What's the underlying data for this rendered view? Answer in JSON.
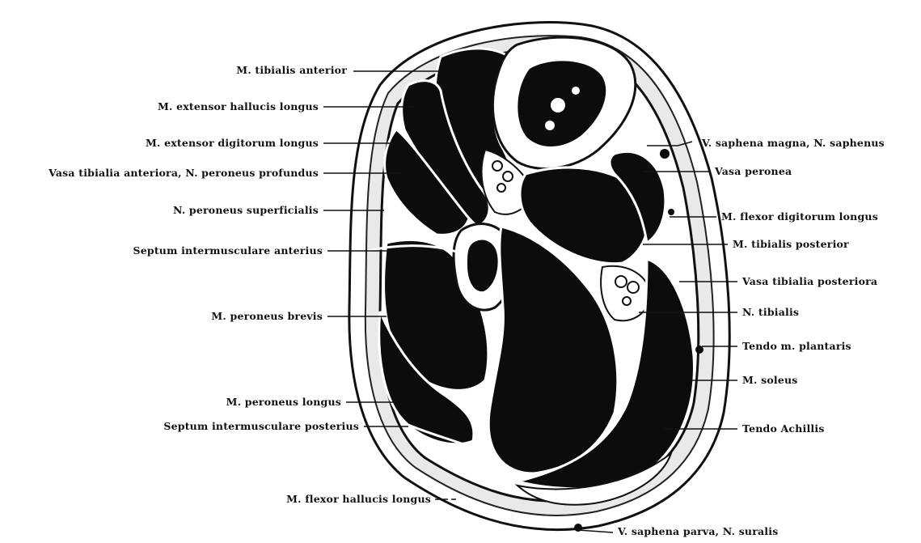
{
  "figure": {
    "labels_left": [
      "M. tibialis anterior",
      "M. extensor hallucis longus",
      "M. extensor digitorum longus",
      "Vasa tibialia anteriora, N. peroneus profundus",
      "N. peroneus superficialis",
      "Septum intermusculare anterius",
      "M. peroneus brevis",
      "M. peroneus longus",
      "Septum intermusculare posterius",
      "M. flexor hallucis longus"
    ],
    "labels_right": [
      "V. saphena magna, N. saphenus",
      "Vasa peronea",
      "M. flexor digitorum longus",
      "M. tibialis posterior",
      "Vasa tibialia posteriora",
      "N. tibialis",
      "Tendo m. plantaris",
      "M. soleus",
      "Tendo Achillis",
      "V. saphena parva, N. suralis"
    ],
    "colors": {
      "muscle": "#0c0c0c",
      "bone": "#ffffff",
      "line": "#111111",
      "background": "#ffffff"
    }
  }
}
